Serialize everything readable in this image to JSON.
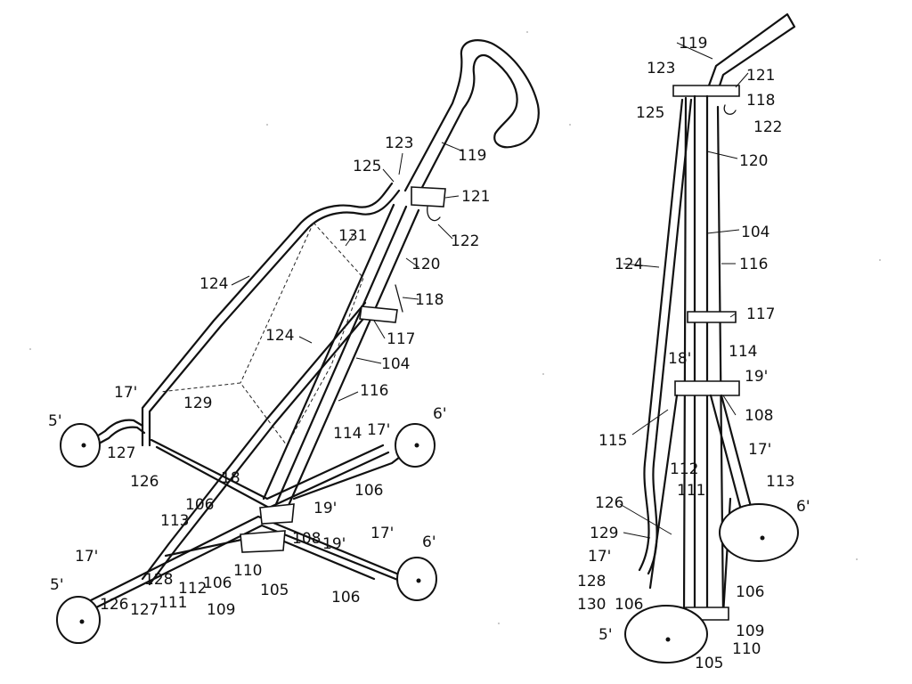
{
  "labels": {
    "l5p_a": "5'",
    "l5p_b": "5'",
    "l5p_c": "5'",
    "l6p_a": "6'",
    "l6p_b": "6'",
    "l6p_c": "6'",
    "l17p_a": "17'",
    "l17p_b": "17'",
    "l17p_c": "17'",
    "l17p_d": "17'",
    "l17p_e": "17'",
    "l17p_f": "17'",
    "l18_a": "18",
    "l18p_b": "18'",
    "l19p_a": "19'",
    "l19p_b": "19'",
    "l19p_c": "19'",
    "l104_a": "104",
    "l104_b": "104",
    "l105_a": "105",
    "l105_b": "105",
    "l106_a": "106",
    "l106_b": "106",
    "l106_c": "106",
    "l106_d": "106",
    "l106_e": "106",
    "l106_f": "106",
    "l108_a": "108",
    "l108_b": "108",
    "l109_a": "109",
    "l109_b": "109",
    "l110_a": "110",
    "l110_b": "110",
    "l111_a": "111",
    "l111_b": "111",
    "l112_a": "112",
    "l112_b": "112",
    "l113_a": "113",
    "l113_b": "113",
    "l114_a": "114",
    "l114_b": "114",
    "l115_b": "115",
    "l116_a": "116",
    "l116_b": "116",
    "l117_a": "117",
    "l117_b": "117",
    "l118_a": "118",
    "l118_b": "118",
    "l119_a": "119",
    "l119_b": "119",
    "l120_a": "120",
    "l120_b": "120",
    "l121_a": "121",
    "l121_b": "121",
    "l122_a": "122",
    "l122_b": "122",
    "l123_a": "123",
    "l123_b": "123",
    "l124_a": "124",
    "l124_b": "124",
    "l124_c": "124",
    "l125_a": "125",
    "l125_b": "125",
    "l126_a": "126",
    "l126_b": "126",
    "l126_c": "126",
    "l127_a": "127",
    "l127_b": "127",
    "l128_a": "128",
    "l128_b": "128",
    "l129_a": "129",
    "l129_b": "129",
    "l130_b": "130",
    "l131_a": "131"
  },
  "colors": {
    "ink": "#111111",
    "paper": "#ffffff"
  }
}
